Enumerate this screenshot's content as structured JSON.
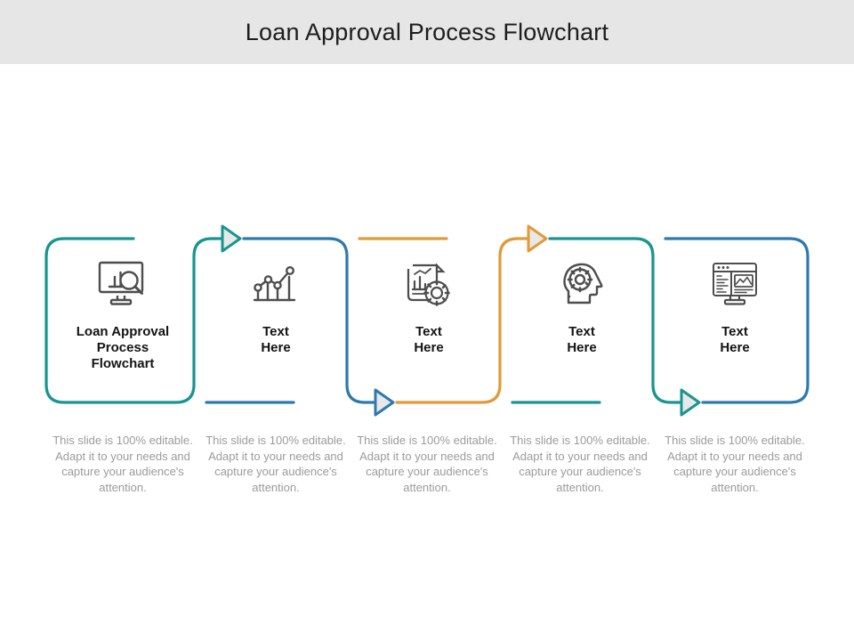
{
  "header": {
    "title": "Loan Approval Process Flowchart",
    "background": "#e6e6e6",
    "text_color": "#1d1d1d"
  },
  "colors": {
    "teal": "#17958f",
    "blue": "#2d79ad",
    "orange": "#e09a38",
    "icon": "#4d4d4d",
    "caption": "#9b9b9b",
    "label": "#141414",
    "arrow_fill": "#e8e8e8"
  },
  "diagram": {
    "type": "process-flowchart",
    "step_count": 5,
    "steps": [
      {
        "index": 1,
        "label": "Loan Approval\nProcess\nFlowchart",
        "icon": "monitor-bar-chart-magnifier-icon",
        "color": "#17958f",
        "color_name": "teal",
        "caption": "This slide is 100% editable. Adapt it to your needs and capture your audience's attention."
      },
      {
        "index": 2,
        "label": "Text\nHere",
        "icon": "bar-chart-trend-line-icon",
        "color": "#2d79ad",
        "color_name": "blue",
        "caption": "This slide is 100% editable. Adapt it to your needs and capture your audience's attention."
      },
      {
        "index": 3,
        "label": "Text\nHere",
        "icon": "report-document-gear-icon",
        "color": "#e09a38",
        "color_name": "orange",
        "caption": "This slide is 100% editable. Adapt it to your needs and capture your audience's attention."
      },
      {
        "index": 4,
        "label": "Text\nHere",
        "icon": "head-gear-mind-icon",
        "color": "#17958f",
        "color_name": "teal",
        "caption": "This slide is 100% editable. Adapt it to your needs and capture your audience's attention."
      },
      {
        "index": 5,
        "label": "Text\nHere",
        "icon": "monitor-dashboard-layout-icon",
        "color": "#2d79ad",
        "color_name": "blue",
        "caption": "This slide is 100% editable. Adapt it to your needs and capture your audience's attention."
      }
    ],
    "connectors": [
      {
        "from": 1,
        "to": 2,
        "color": "#17958f",
        "direction": "right",
        "position": "top"
      },
      {
        "from": 2,
        "to": 3,
        "color": "#2d79ad",
        "direction": "right",
        "position": "bottom"
      },
      {
        "from": 3,
        "to": 4,
        "color": "#e09a38",
        "direction": "right",
        "position": "top"
      },
      {
        "from": 4,
        "to": 5,
        "color": "#17958f",
        "direction": "right",
        "position": "bottom"
      }
    ]
  }
}
